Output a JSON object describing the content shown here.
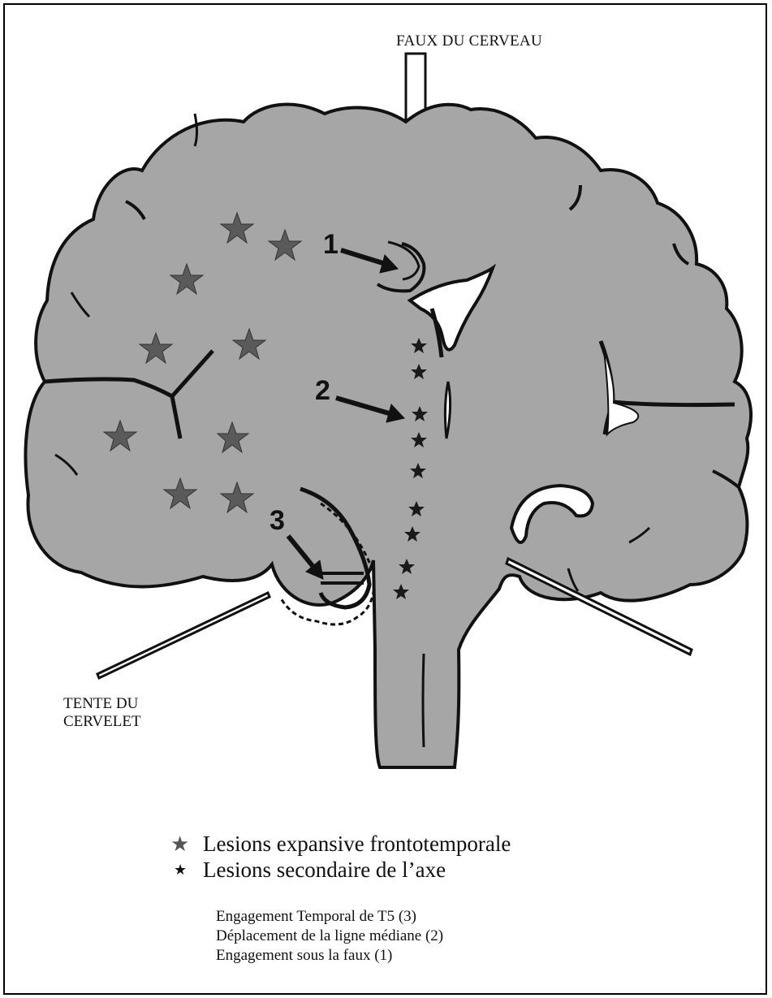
{
  "labels": {
    "falx": "FAUX DU CERVEAU",
    "tentorium_line1": "TENTE DU",
    "tentorium_line2": "CERVELET",
    "marker_1": "1",
    "marker_2": "2",
    "marker_3": "3"
  },
  "legend": {
    "large_star_glyph": "★",
    "large_star_text": "Lesions expansive frontotemporale",
    "small_star_glyph": "★",
    "small_star_text": "Lesions secondaire de l’axe"
  },
  "engagements": {
    "item_3": "Engagement Temporal de T5 (3)",
    "item_2": "Déplacement de la ligne médiane (2)",
    "item_1": "Engagement sous la faux (1)"
  },
  "colors": {
    "brain_fill": "#a6a6a6",
    "outline": "#111111",
    "large_star": "#5a5a5a",
    "small_star": "#1a1a1a"
  }
}
